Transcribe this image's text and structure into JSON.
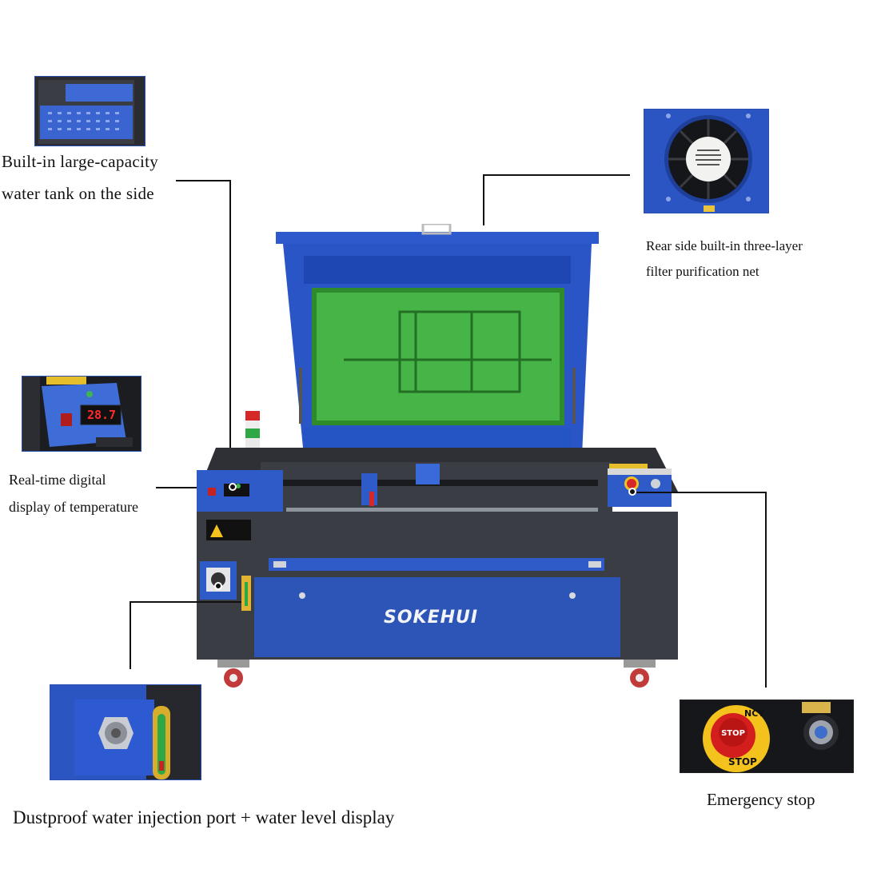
{
  "captions": {
    "water_tank": [
      "Built-in large-capacity",
      "water tank on the side"
    ],
    "filter": [
      "Rear side built-in three-layer",
      "filter purification net"
    ],
    "temperature": [
      "Real-time digital",
      "display of temperature"
    ],
    "emergency": "Emergency stop",
    "water_port": "Dustproof water injection port + water level display"
  },
  "machine": {
    "brand": "SOKEHUI"
  },
  "temperature_display": "28.7",
  "stop_button": {
    "label": "STOP",
    "ring_top": "NCY",
    "ring_bottom": "STOP"
  },
  "colors": {
    "machine_blue": "#2d55b8",
    "lid_blue": "#2a57c9",
    "glass_green": "#49b84a",
    "body_dark": "#3a3d44",
    "accent_red": "#d62828",
    "accent_yellow": "#f3c21c"
  }
}
